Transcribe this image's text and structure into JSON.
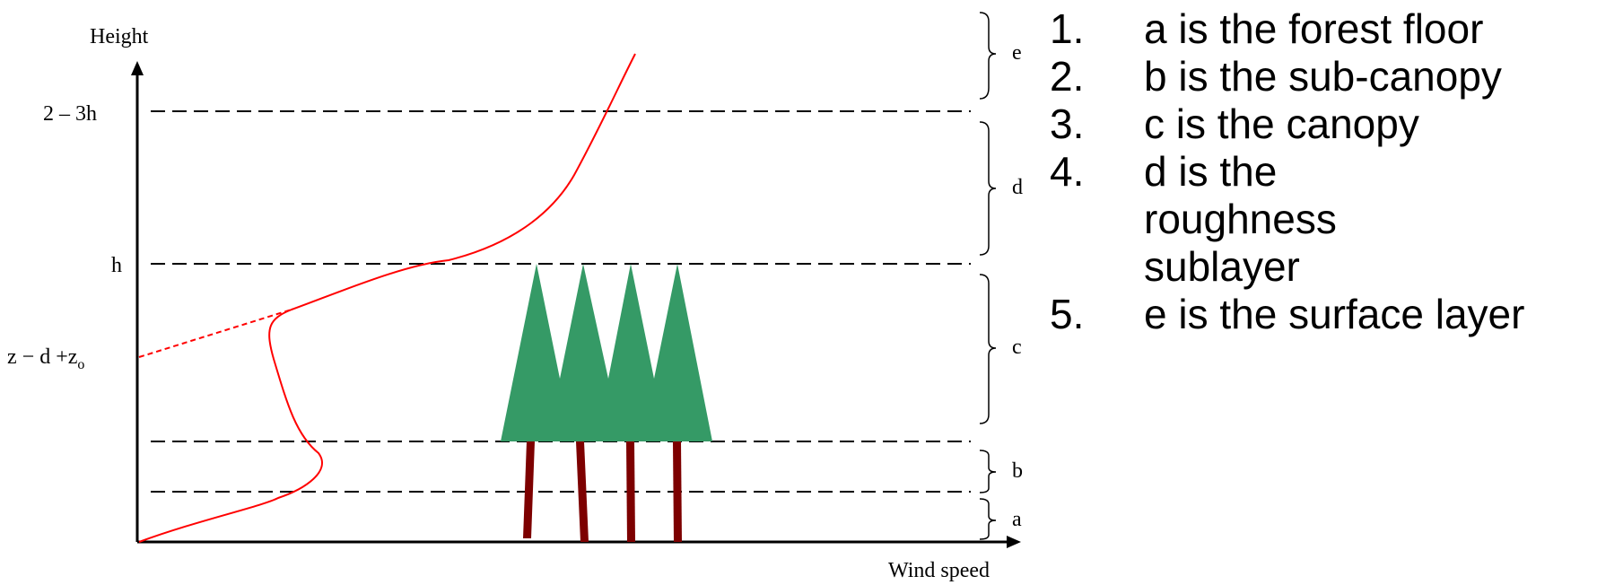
{
  "diagram": {
    "y_axis_label": "Height",
    "x_axis_label": "Wind speed",
    "height_ticks": [
      {
        "key": "top",
        "label": "2 – 3h"
      },
      {
        "key": "h",
        "label": "h"
      },
      {
        "key": "z",
        "label_main": "z − d +z",
        "label_sub": "o"
      }
    ],
    "layers": [
      "e",
      "d",
      "c",
      "b",
      "a"
    ],
    "colors": {
      "profile": "#ff0000",
      "tree_foliage": "#359a66",
      "tree_trunk": "#7d0000",
      "dashed_line": "#000000"
    }
  },
  "legend": [
    {
      "num": "1.",
      "text": "a is the forest floor"
    },
    {
      "num": "2.",
      "text": "b is the sub-canopy"
    },
    {
      "num": "3.",
      "text": "c is the canopy"
    },
    {
      "num": "4.",
      "text": "d is the roughness sublayer"
    },
    {
      "num": "5.",
      "text": "e is the surface layer"
    }
  ]
}
